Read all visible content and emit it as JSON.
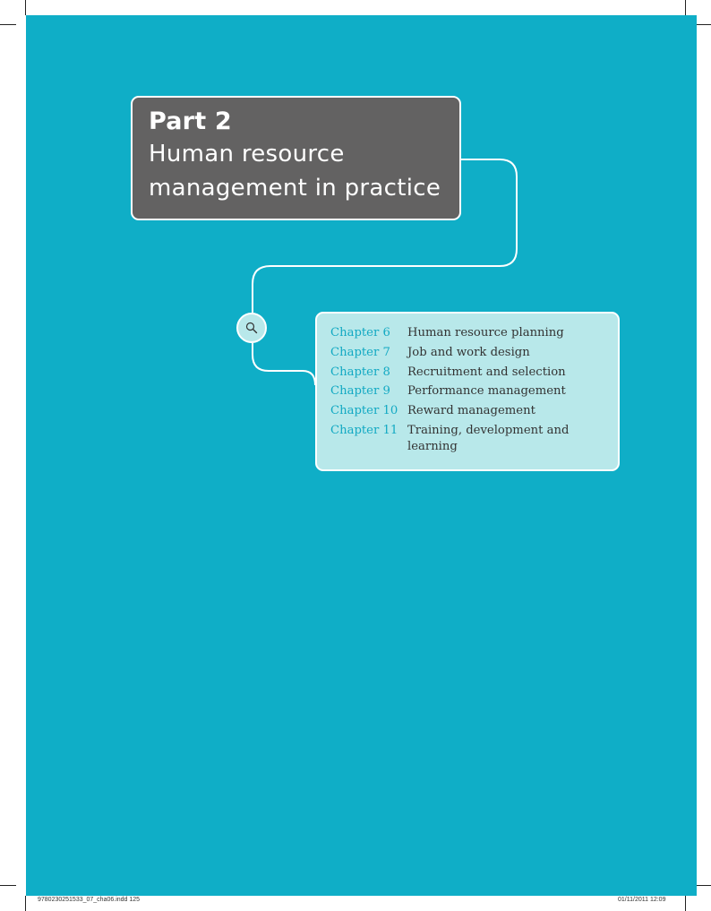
{
  "part": {
    "label": "Part 2",
    "title_line1": "Human resource",
    "title_line2": "management in practice"
  },
  "chapters": [
    {
      "number": "Chapter 6",
      "title": "Human resource planning"
    },
    {
      "number": "Chapter 7",
      "title": "Job and work design"
    },
    {
      "number": "Chapter 8",
      "title": "Recruitment and selection"
    },
    {
      "number": "Chapter 9",
      "title": "Performance management"
    },
    {
      "number": "Chapter 10",
      "title": "Reward management"
    },
    {
      "number": "Chapter 11",
      "title": "Training, development and learning"
    }
  ],
  "footer": {
    "file_info": "9780230251533_07_cha06.indd   125",
    "date_time": "01/11/2011   12:09"
  },
  "icons": {
    "node_icon": "search-icon"
  },
  "colors": {
    "page_background": "#0faec7",
    "title_box": "#636262",
    "chapter_box": "#b8e8ea",
    "chapter_number": "#13a9c3",
    "connector": "#ffffff"
  }
}
